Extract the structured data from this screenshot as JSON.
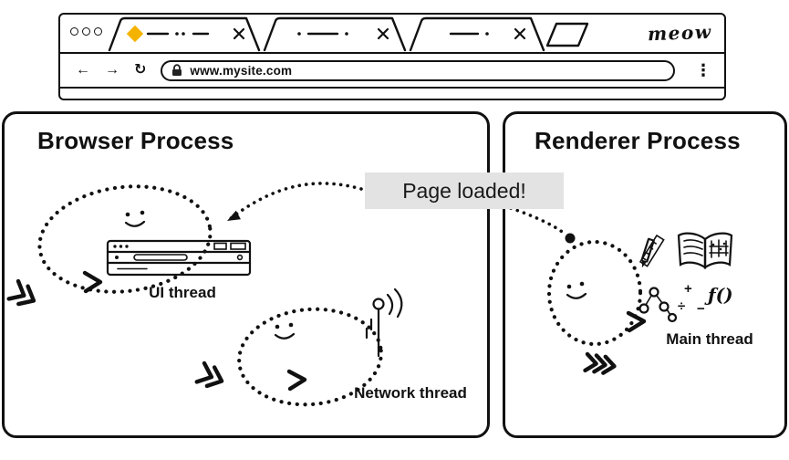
{
  "colors": {
    "ink": "#111111",
    "tab_favicon_yellow": "#F5B301",
    "callout_bg": "#e3e3e3"
  },
  "browser_window": {
    "brand": "meow",
    "tabs": {
      "count": 3
    },
    "address_bar": {
      "url": "www.mysite.com"
    },
    "toolbar": {
      "back_glyph": "←",
      "forward_glyph": "→",
      "reload_glyph": "↻",
      "menu_glyph": "⋮"
    }
  },
  "callout": {
    "label": "Page loaded!"
  },
  "panels": [
    {
      "title": "Browser Process",
      "threads": [
        "UI thread",
        "Network thread"
      ]
    },
    {
      "title": "Renderer Process",
      "threads": [
        "Main thread"
      ]
    }
  ],
  "doodle_glyphs": {
    "function_notation": "ƒ()",
    "plus": "+",
    "divide": "÷",
    "minus": "−"
  }
}
